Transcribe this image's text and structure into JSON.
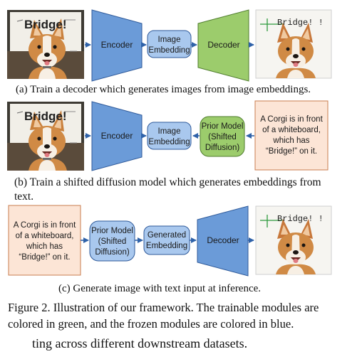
{
  "row_a": {
    "board_text": "Bridge!",
    "encoder": "Encoder",
    "image_embedding": [
      "Image",
      "Embedding"
    ],
    "decoder": "Decoder",
    "output_board_text": "Bridge! !",
    "caption": "(a) Train a decoder which generates images from image embeddings."
  },
  "row_b": {
    "board_text": "Bridge!",
    "encoder": "Encoder",
    "image_embedding": [
      "Image",
      "Embedding"
    ],
    "prior": [
      "Prior Model",
      "(Shifted",
      "Diffusion)"
    ],
    "text_prompt": [
      "A Corgi is in front",
      "of a whiteboard,",
      "which has",
      "“Bridge!” on it."
    ],
    "caption_line1": "(b) Train a shifted diffusion model which generates embeddings from",
    "caption_line2": "text."
  },
  "row_c": {
    "text_prompt": [
      "A Corgi is in front",
      "of a whiteboard,",
      "which has",
      "“Bridge!” on it."
    ],
    "prior": [
      "Prior Model",
      "(Shifted",
      "Diffusion)"
    ],
    "generated_embedding": [
      "Generated",
      "Embedding"
    ],
    "decoder": "Decoder",
    "output_board_text": "Bridge! !",
    "caption": "(c) Generate image with text input at inference."
  },
  "figure_caption_line1": "Figure 2. Illustration of our framework. The trainable modules are",
  "figure_caption_line2": "colored in green, and the frozen modules are colored in blue.",
  "trailing_text": "ting across different downstream datasets.",
  "colors": {
    "frozen_fill": "#6b9bd8",
    "frozen_stroke": "#2f5a9a",
    "embed_fill": "#a9c8ee",
    "trainable_fill": "#9ccc6c",
    "trainable_stroke": "#4f7d2e",
    "text_box_fill": "#fce5d6",
    "text_box_stroke": "#c97d4f",
    "arrow": "#2f62a9"
  }
}
